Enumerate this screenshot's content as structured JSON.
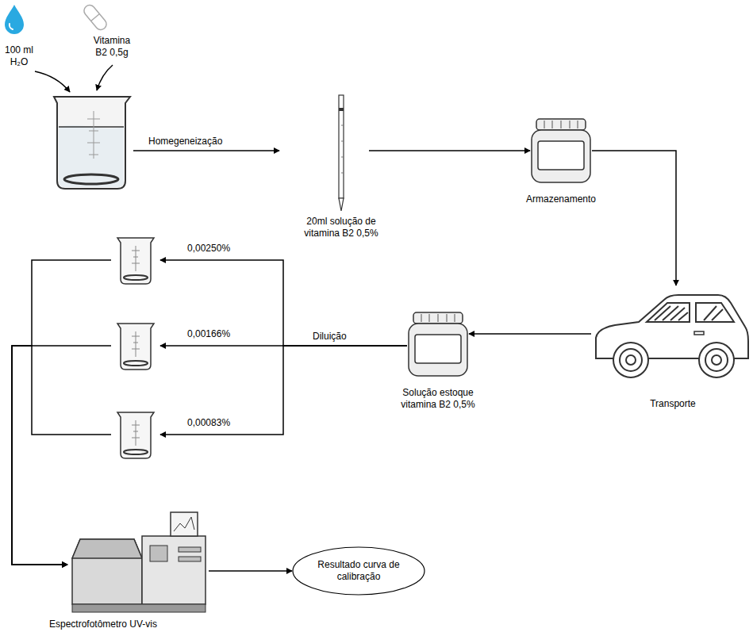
{
  "diagram": {
    "nodes": [
      {
        "text": [
          "100 ml H₂O"
        ]
      },
      {
        "text": [
          "Vitamina B2 0,5g"
        ]
      },
      {
        "text": [
          "20ml solução de vitamina B2 0,5%"
        ]
      },
      {
        "text": [
          "Armazenamento"
        ]
      },
      {
        "text": [
          "Transporte"
        ]
      },
      {
        "text": [
          "Solução estoque vitamina B2 0,5%"
        ]
      },
      {
        "text": [
          "0,00250%"
        ]
      },
      {
        "text": [
          "0,00166%"
        ]
      },
      {
        "text": [
          "0,00083%"
        ]
      },
      {
        "text": [
          "Espectrofotômetro UV-vis"
        ]
      },
      {
        "text": [
          "Resultado curva de calibração"
        ]
      }
    ],
    "edges": [
      {
        "from": 2,
        "to": 3,
        "arrow": "to"
      },
      {
        "from": 3,
        "to": 4,
        "arrow": "to"
      },
      {
        "from": 4,
        "to": 5,
        "arrow": "to"
      },
      {
        "from": 5,
        "to": 6,
        "arrow": "to"
      },
      {
        "from": 5,
        "to": 7,
        "label": "Diluição",
        "arrow": "to"
      },
      {
        "from": 5,
        "to": 8,
        "arrow": "to"
      },
      {
        "from": 6,
        "to": 9,
        "arrow": "to"
      },
      {
        "from": 7,
        "to": 9,
        "arrow": "to"
      },
      {
        "from": 8,
        "to": 9,
        "arrow": "to"
      },
      {
        "from": 9,
        "to": 10,
        "arrow": "to"
      }
    ],
    "labels": [
      "Homegeneização"
    ]
  }
}
